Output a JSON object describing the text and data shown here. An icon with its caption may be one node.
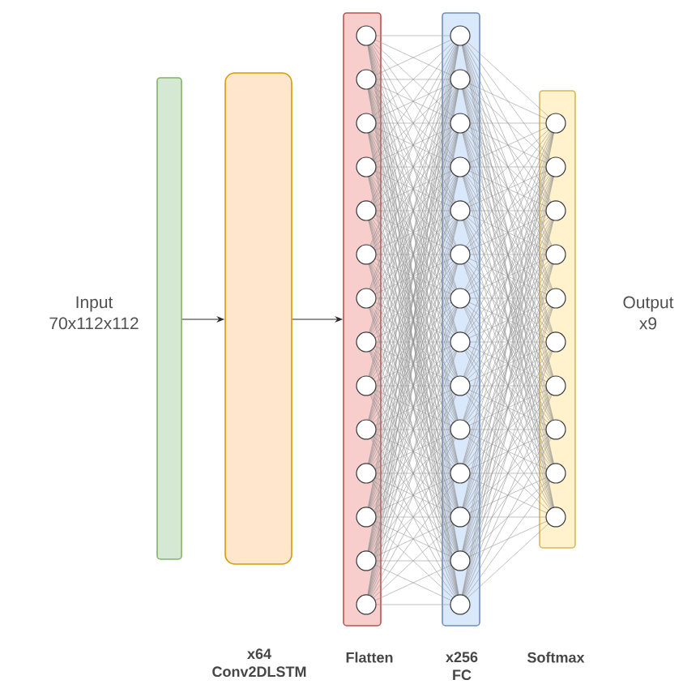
{
  "diagram": {
    "nodes": [
      {
        "text": [],
        "shape": "bar"
      },
      {
        "text": [],
        "shape": "box"
      },
      {
        "text": [],
        "shape": "bar"
      },
      {
        "text": [],
        "shape": "bar"
      },
      {
        "text": [],
        "shape": "bar"
      }
    ],
    "edges": [
      {
        "from": 0,
        "to": 1,
        "arrow": "to"
      },
      {
        "from": 1,
        "to": 2,
        "arrow": "to"
      }
    ],
    "labels": [
      "Input 70x112x112",
      "Output x9",
      "x64 Conv2DLSTM",
      "Flatten",
      "x256 FC",
      "Softmax"
    ]
  }
}
